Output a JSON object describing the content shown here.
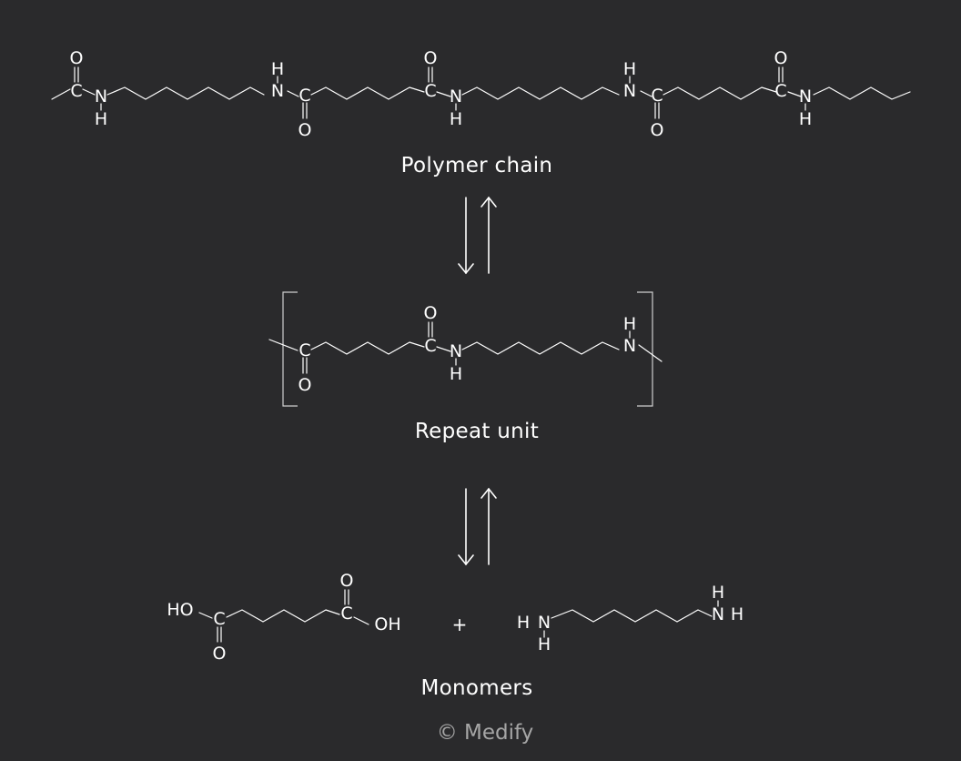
{
  "labels": {
    "polymer_chain": "Polymer chain",
    "repeat_unit": "Repeat unit",
    "monomers": "Monomers",
    "plus": "+",
    "copyright": "© Medify"
  },
  "atoms": {
    "carbon": "C",
    "oxygen": "O",
    "nitrogen": "N",
    "hydrogen": "H",
    "hydroxyl_left": "HO",
    "hydroxyl_right": "OH"
  },
  "colors": {
    "background": "#2a2a2c",
    "foreground": "#ffffff",
    "copyright": "#a6a6a6"
  },
  "icons": [
    "equilibrium-arrows-icon",
    "equilibrium-arrows-icon"
  ]
}
